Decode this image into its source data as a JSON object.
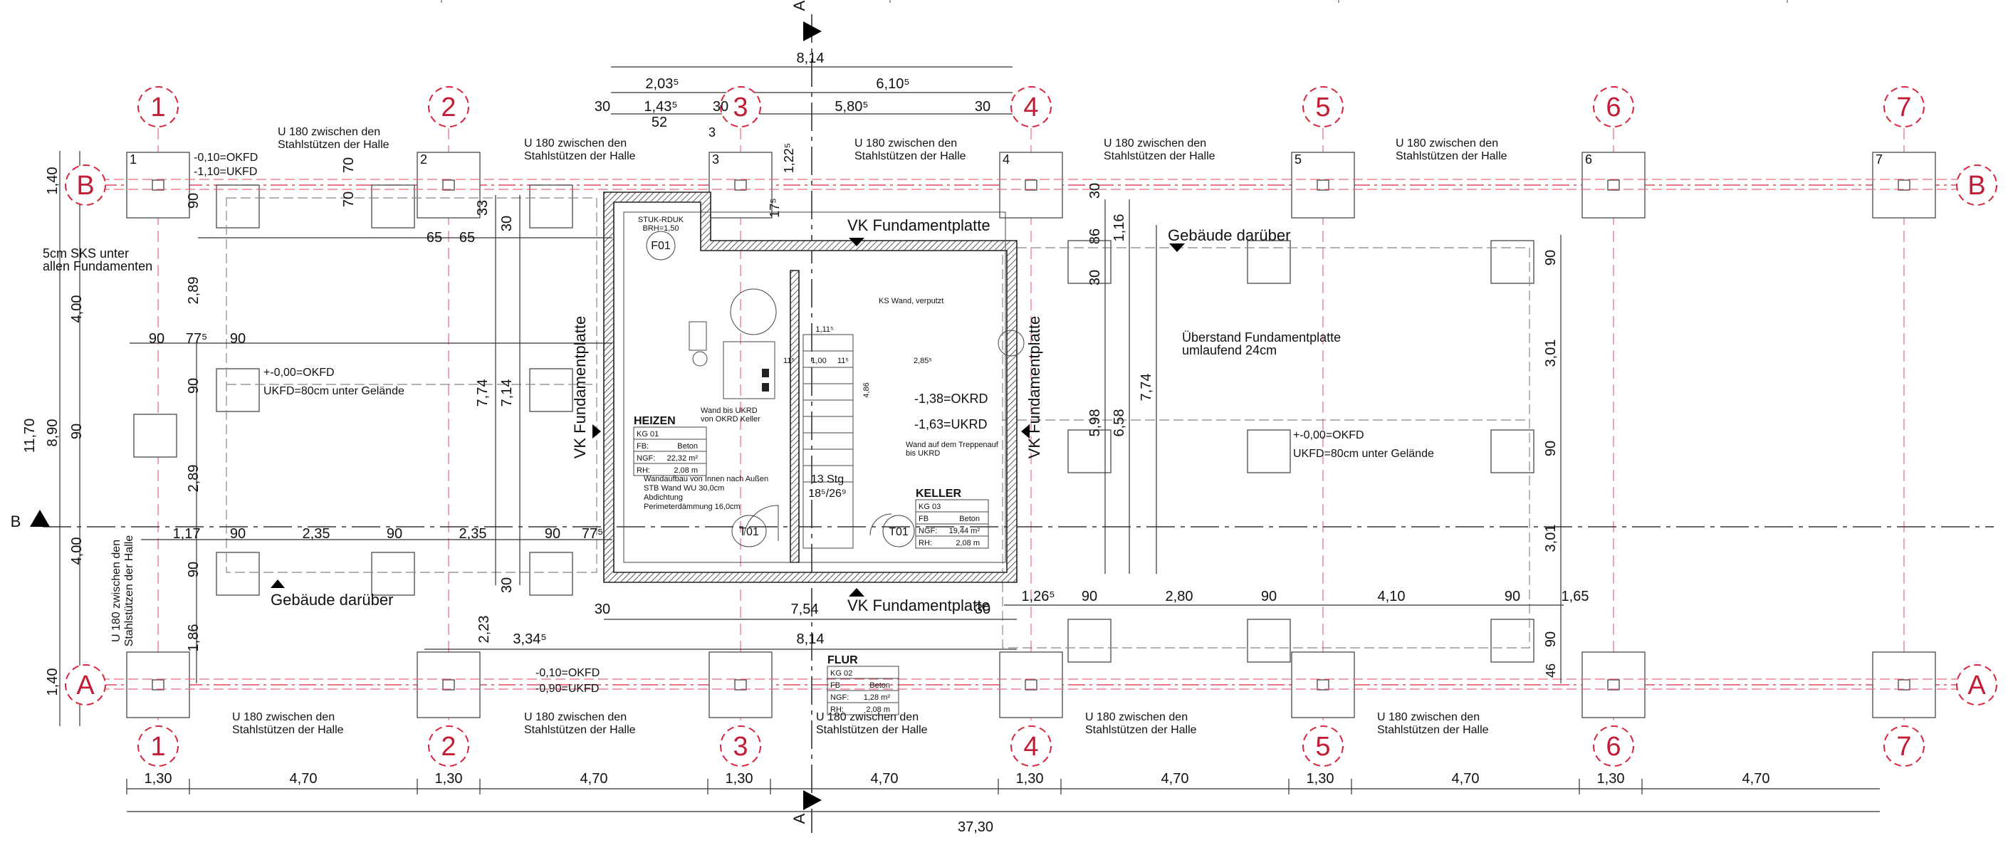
{
  "section_marks": {
    "A": "A",
    "B": "B"
  },
  "grid": {
    "axes_num": [
      "1",
      "2",
      "3",
      "4",
      "5",
      "6",
      "7"
    ],
    "axes_letter": [
      "A",
      "B"
    ]
  },
  "top_dims": {
    "overall": "8,14",
    "d2035": "2,03⁵",
    "d6105": "6,10⁵",
    "d30a": "30",
    "d1435": "1,43⁵",
    "d30b": "30",
    "d5805": "5,80⁵",
    "d30c": "30",
    "d52": "52",
    "d3": "3"
  },
  "bottom_dims": {
    "row1": [
      "1,30",
      "4,70",
      "1,30",
      "4,70",
      "1,30",
      "4,70",
      "1,30",
      "4,70",
      "1,30",
      "4,70",
      "1,30",
      "4,70"
    ],
    "total": "37,30"
  },
  "left_dims": {
    "outer": "11,70",
    "mid": "8,90",
    "d140a": "1,40",
    "d140b": "1,40",
    "d400a": "4,00",
    "d400b": "4,00",
    "d90": "90"
  },
  "notes": {
    "u180": "U 180 zwischen den",
    "u180b": "Stahlstützen der Halle",
    "sks1": "5cm SKS unter",
    "sks2": "allen Fundamenten",
    "okfd010": "-0,10=OKFD",
    "ukfd110": "-1,10=UKFD",
    "okfd000": "+-0,00=OKFD",
    "ukfd80": "UKFD=80cm unter Gelände",
    "ukfd090": "-0,90=UKFD",
    "gebaeude": "Gebäude darüber",
    "ueberstand1": "Überstand Fundamentplatte",
    "ueberstand2": "umlaufend 24cm",
    "vk": "VK Fundamentplatte",
    "okrd": "-1,38=OKRD",
    "ukrd": "-1,63=UKRD",
    "kswand": "KS Wand, verputzt",
    "wandbis1": "Wand bis UKRD",
    "wandbis2": "von OKRD Keller",
    "wandauf1": "Wand auf dem Treppenauf",
    "wandauf2": "bis UKRD",
    "stg": "13 Stg",
    "stgdim": "18⁵/26⁹",
    "t01": "T01",
    "f01": "F01",
    "stuk": "STUK-RDUK",
    "stuk2": "BRH=1,50",
    "aufbau1": "Wandaufbau von Innen nach Außen",
    "aufbau2": "STB Wand WU          30,0cm",
    "aufbau3": "Abdichtung",
    "aufbau4": "Perimeterdämmung 16,0cm"
  },
  "rooms": {
    "heizen": {
      "name": "HEIZEN",
      "code": "KG 01",
      "fb_l": "FB:",
      "fb": "Beton",
      "ngf_l": "NGF:",
      "ngf": "22,32 m²",
      "rh_l": "RH:",
      "rh": "2,08 m"
    },
    "keller": {
      "name": "KELLER",
      "code": "KG 03",
      "fb_l": "FB",
      "fb": "Beton",
      "ngf_l": "NGF:",
      "ngf": "19,44 m²",
      "rh_l": "RH:",
      "rh": "2,08 m"
    },
    "flur": {
      "name": "FLUR",
      "code": "KG 02",
      "fb_l": "FB",
      "fb": "Beton",
      "ngf_l": "NGF:",
      "ngf": "1,28 m²",
      "rh_l": "RH:",
      "rh": "2,08 m"
    }
  },
  "misc_dims": {
    "d65a": "65",
    "d65b": "65",
    "d70a": "70",
    "d70b": "70",
    "d90h1": "90",
    "d775": "77⁵",
    "d90h2": "90",
    "d289a": "2,89",
    "d289b": "2,89",
    "d774a": "7,74",
    "d714": "7,14",
    "d33": "33",
    "d30v": "30",
    "d30v2": "30",
    "d117": "1,17",
    "d235a": "2,35",
    "d235b": "2,35",
    "d90r1": "90",
    "d90r2": "90",
    "d90r3": "90",
    "d775b": "77⁵",
    "d175": "17⁵",
    "d1225": "1,22⁵",
    "d115": "11⁵",
    "d186": "1,86",
    "d223": "2,23",
    "d3345": "3,34⁵",
    "d814b": "8,14",
    "d754": "7,54",
    "d30h": "30",
    "d30h2": "30",
    "d1265": "1,26⁵",
    "d90c1": "90",
    "d280": "2,80",
    "d90c2": "90",
    "d410": "4,10",
    "d90c3": "90",
    "d165": "1,65",
    "d30r": "30",
    "d86": "86",
    "d30r2": "30",
    "d116": "1,16",
    "d598": "5,98",
    "d658": "6,58",
    "d774b": "7,74",
    "d90rt": "90",
    "d301a": "3,01",
    "d90rm": "90",
    "d301b": "3,01",
    "d90rb": "90",
    "d46": "46",
    "d1115": "1,11⁵",
    "d100": "1,00",
    "d2855": "2,85⁵",
    "d486": "4,86",
    "d11a": "11⁵",
    "d11b": "11⁵",
    "d9090": "90",
    "d90left2": "90",
    "d90left3": "90"
  }
}
